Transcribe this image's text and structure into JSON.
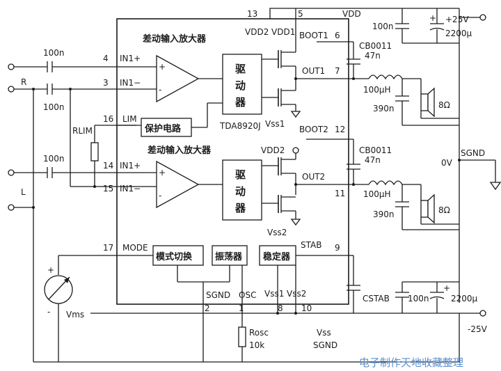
{
  "labels": {
    "vdd": "VDD",
    "plus25": "+25V",
    "minus25": "-25V",
    "c100n_top": "100n",
    "c2200_top": "2200μ",
    "c100n_bot": "100n",
    "c2200_bot": "2200μ",
    "pin13": "13",
    "pin5": "5",
    "pin6": "6",
    "pin7": "7",
    "pin12": "12",
    "pin11": "11",
    "pin4": "4",
    "pin3": "3",
    "pin16": "16",
    "pin14": "14",
    "pin15": "15",
    "pin17": "17",
    "pin9": "9",
    "pin2": "2",
    "pin1": "1",
    "pin8": "8",
    "pin10": "10",
    "amp1": "差动输入放大器",
    "amp2": "差动输入放大器",
    "vdd2_a": "VDD2",
    "vdd1": "VDD1",
    "boot1": "BOOT1",
    "boot2": "BOOT2",
    "out1": "OUT1",
    "out2": "OUT2",
    "vss1_a": "Vss1",
    "vss2_a": "Vss2",
    "vdd2_b": "VDD2",
    "chip": "TDA8920J",
    "drv1_a": "驱",
    "drv1_b": "动",
    "drv1_c": "器",
    "drv2_a": "驱",
    "drv2_b": "动",
    "drv2_c": "器",
    "in1p": "IN1+",
    "in1m": "IN1−",
    "in2p": "IN1+",
    "in2m": "IN1−",
    "lim": "LIM",
    "prot": "保护电路",
    "mode": "MODE",
    "modesw": "模式切换",
    "osc_box": "振荡器",
    "stab_box": "稳定器",
    "stab": "STAB",
    "sgnd_pin": "SGND",
    "osc": "OSC",
    "vss1_b": "Vss1",
    "vss2_b": "Vss2",
    "cin1": "100n",
    "cin2": "100n",
    "cin3": "100n",
    "R": "R",
    "L": "L",
    "rlim": "RLIM",
    "cb1": "CB0011",
    "cb1v": "47n",
    "l1": "100μH",
    "c390_1": "390n",
    "spk1": "8Ω",
    "cb2": "CB0011",
    "cb2v": "47n",
    "l2": "100μH",
    "c390_2": "390n",
    "spk2": "8Ω",
    "sgnd_r": "SGND",
    "ov": "0V",
    "cstab": "CSTAB",
    "vms": "Vms",
    "rosc": "Rosc",
    "rosc_v": "10k",
    "vss": "Vss",
    "sgnd_b": "SGND",
    "plus": "+",
    "minus": "-",
    "watermark": "电子制作天地收藏整理"
  }
}
